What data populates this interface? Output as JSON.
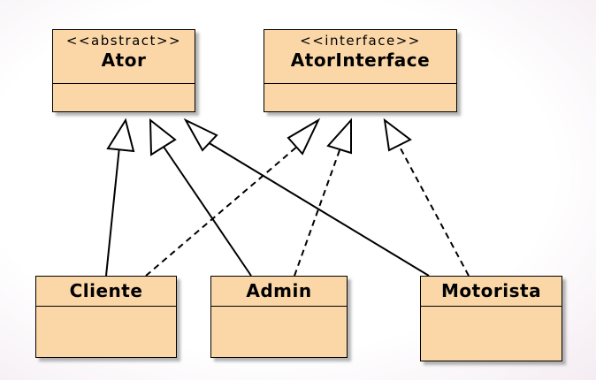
{
  "diagram": {
    "classes": [
      {
        "id": "ator",
        "stereotype": "<<abstract>>",
        "name": "Ator"
      },
      {
        "id": "ator_interface",
        "stereotype": "<<interface>>",
        "name": "AtorInterface"
      },
      {
        "id": "cliente",
        "name": "Cliente"
      },
      {
        "id": "admin",
        "name": "Admin"
      },
      {
        "id": "motorista",
        "name": "Motorista"
      }
    ],
    "relations": [
      {
        "from": "cliente",
        "to": "ator",
        "kind": "generalization"
      },
      {
        "from": "admin",
        "to": "ator",
        "kind": "generalization"
      },
      {
        "from": "motorista",
        "to": "ator",
        "kind": "generalization"
      },
      {
        "from": "cliente",
        "to": "ator_interface",
        "kind": "realization"
      },
      {
        "from": "admin",
        "to": "ator_interface",
        "kind": "realization"
      },
      {
        "from": "motorista",
        "to": "ator_interface",
        "kind": "realization"
      }
    ],
    "colors": {
      "class_fill": "#fbd7a8",
      "line": "#000000"
    }
  }
}
